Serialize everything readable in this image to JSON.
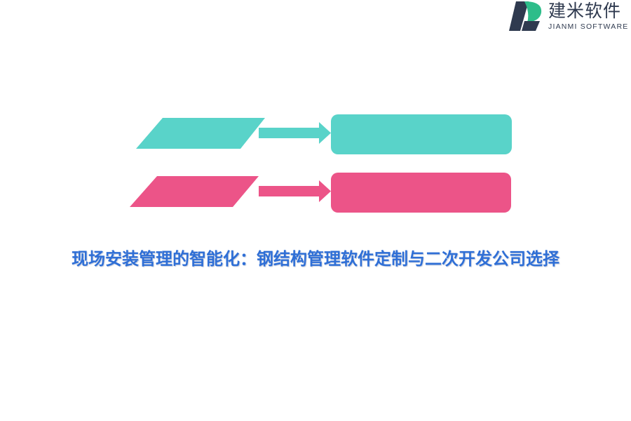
{
  "logo": {
    "name_cn": "建米软件",
    "name_en": "JIANMI SOFTWARE",
    "icon": "jianmi-logo-icon",
    "colors": {
      "dark": "#2f3a4f",
      "green": "#2ebd8a"
    }
  },
  "diagram": {
    "rows": [
      {
        "color": "#59d3c9",
        "arrow": "right-arrow-icon"
      },
      {
        "color": "#ec5488",
        "arrow": "right-arrow-icon"
      }
    ]
  },
  "caption": {
    "text": "现场安装管理的智能化：钢结构管理软件定制与二次开发公司选择",
    "color": "#2f6fd6"
  }
}
